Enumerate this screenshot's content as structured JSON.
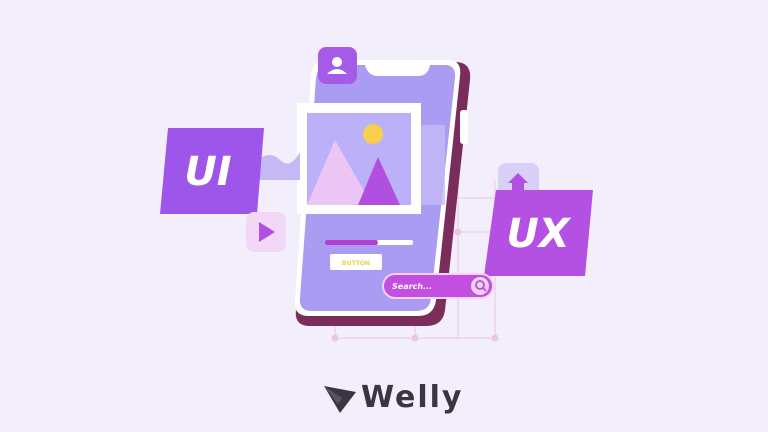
{
  "illustration": {
    "ui_label": "UI",
    "ux_label": "UX",
    "button_label": "BUTTON",
    "search_placeholder": "Search...",
    "progress_fraction": 0.6
  },
  "brand": {
    "name": "Welly"
  },
  "colors": {
    "background": "#f3eefb",
    "phone_body": "#7a2d5a",
    "screen": "#a99cf2",
    "ui_card": "#9d55ea",
    "ux_card": "#b451e2",
    "search_bar": "#c24fe0",
    "sun": "#f7cf4a",
    "button_text": "#e8d34a"
  }
}
